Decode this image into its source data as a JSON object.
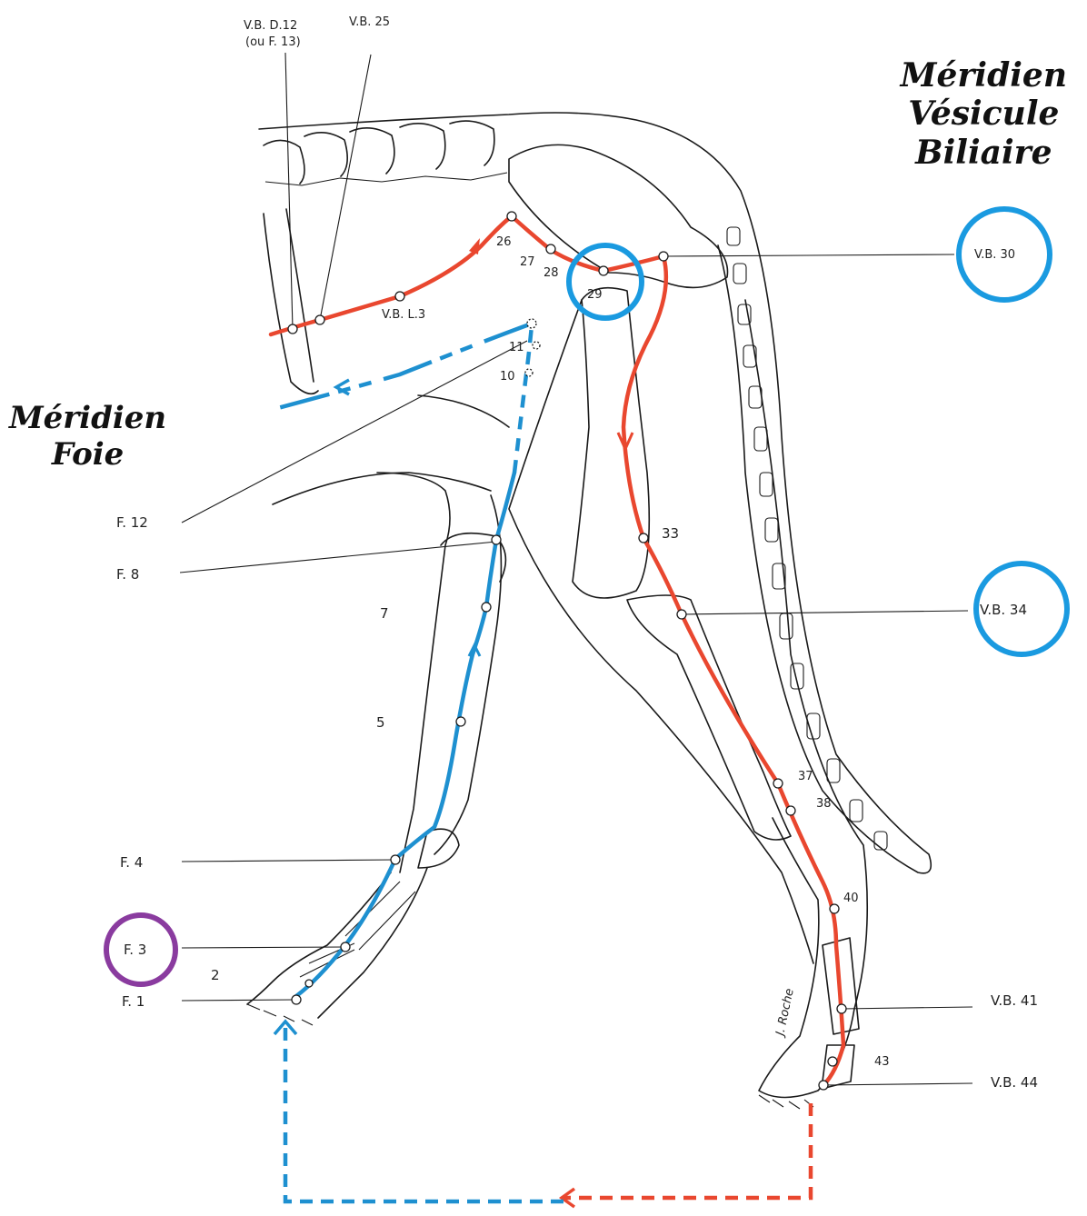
{
  "titles": {
    "gallbladder_meridian": [
      "Méridien",
      "Vésicule",
      "Biliaire"
    ],
    "liver_meridian": [
      "Méridien",
      "Foie"
    ]
  },
  "colors": {
    "gallbladder_meridian": "#e9472f",
    "liver_meridian": "#1e90d0",
    "highlight_blue": "#1a9ae0",
    "highlight_purple": "#8a3b9f"
  },
  "labels": {
    "vb_d12": "V.B. D.12",
    "vb_d12_alt": "(ou F. 13)",
    "vb_25": "V.B. 25",
    "vb_26": "26",
    "vb_27": "27",
    "vb_28": "28",
    "vb_29": "29",
    "vb_30": "V.B. 30",
    "vb_ls": "V.B. L.3",
    "f_11": "11",
    "f_10": "10",
    "f_12": "F. 12",
    "f_8": "F. 8",
    "f_7": "7",
    "f_5": "5",
    "f_4": "F. 4",
    "f_3": "F. 3",
    "f_2": "2",
    "f_1": "F. 1",
    "vb_33": "33",
    "vb_34": "V.B. 34",
    "vb_37": "37",
    "vb_38": "38",
    "vb_40": "40",
    "vb_41": "V.B. 41",
    "vb_43": "43",
    "vb_44": "V.B. 44",
    "signature": "J. Roche"
  },
  "highlighted_points": {
    "blue": [
      "V.B. 29",
      "V.B. 30",
      "V.B. 34"
    ],
    "purple": [
      "F. 3"
    ]
  }
}
